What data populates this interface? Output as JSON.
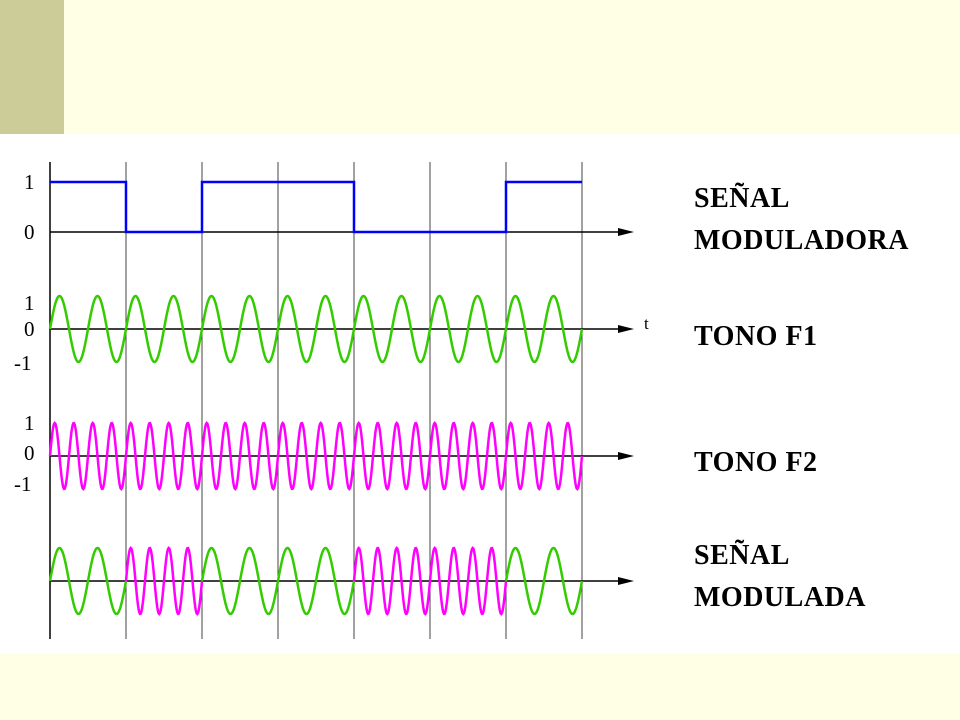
{
  "colors": {
    "page_background": "#ffffe5",
    "accent_bar": "#cccc99",
    "figure_background": "#ffffff",
    "modulating_signal": "#0000ff",
    "tone_f1": "#33cc00",
    "tone_f2": "#ff00ff",
    "axes": "#000000",
    "grid": "#444444"
  },
  "diagram": {
    "bits": [
      1,
      0,
      1,
      1,
      0,
      0,
      1
    ],
    "f1_cycles_per_bit": 2,
    "f2_cycles_per_bit": 4,
    "panels": [
      {
        "id": "senal-moduladora",
        "label_lines": [
          "SEÑAL",
          "MODULADORA"
        ],
        "tick_labels": [
          "1",
          "0"
        ],
        "axis_label": ""
      },
      {
        "id": "tono-f1",
        "label_lines": [
          "TONO F1"
        ],
        "tick_labels": [
          "1",
          "0",
          "-1"
        ],
        "axis_label": "t"
      },
      {
        "id": "tono-f2",
        "label_lines": [
          "TONO F2"
        ],
        "tick_labels": [
          "1",
          "0",
          "-1"
        ],
        "axis_label": ""
      },
      {
        "id": "senal-modulada",
        "label_lines": [
          "SEÑAL",
          "MODULADA"
        ],
        "tick_labels": [],
        "axis_label": ""
      }
    ]
  }
}
